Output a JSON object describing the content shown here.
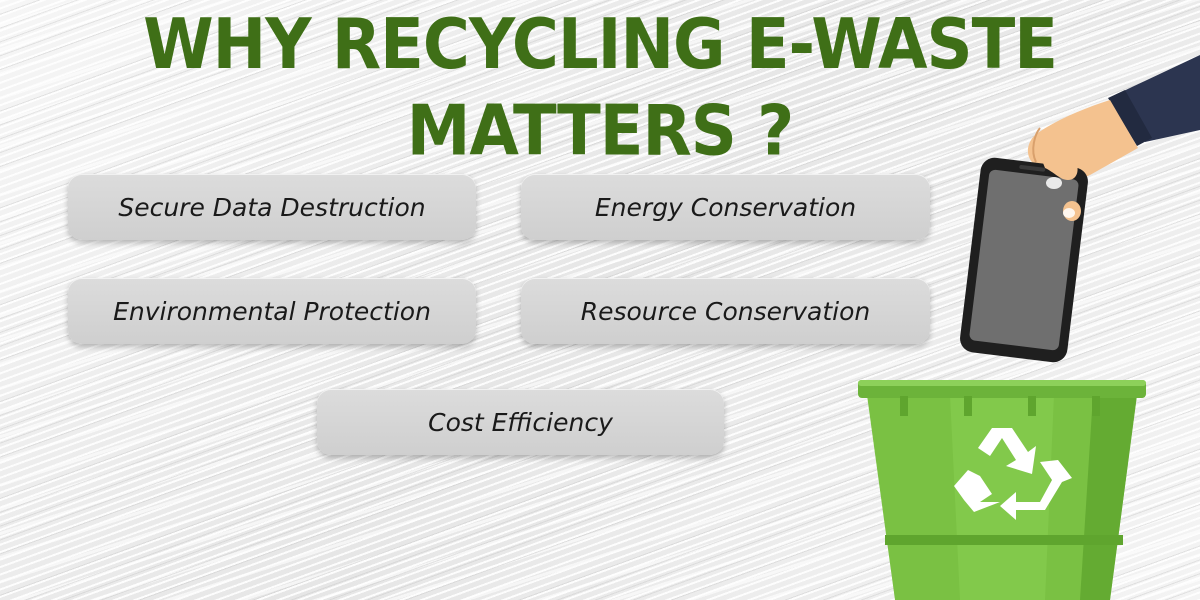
{
  "headline": "WHY RECYCLING E-WASTE MATTERS ?",
  "benefits": [
    "Secure Data Destruction",
    "Energy Conservation",
    "Environmental Protection",
    "Resource Conservation",
    "Cost Efficiency"
  ],
  "colors": {
    "headline": "#3f6f17",
    "pill": "#d6d6d6",
    "bin_green": "#7ac143",
    "bin_dark_green": "#5fa52e",
    "sleeve": "#2c3550",
    "phone": "#3a3a3a",
    "skin": "#f4c28f"
  },
  "icons": [
    "hand-icon",
    "smartphone-icon",
    "recycle-bin-icon",
    "recycle-symbol-icon"
  ]
}
